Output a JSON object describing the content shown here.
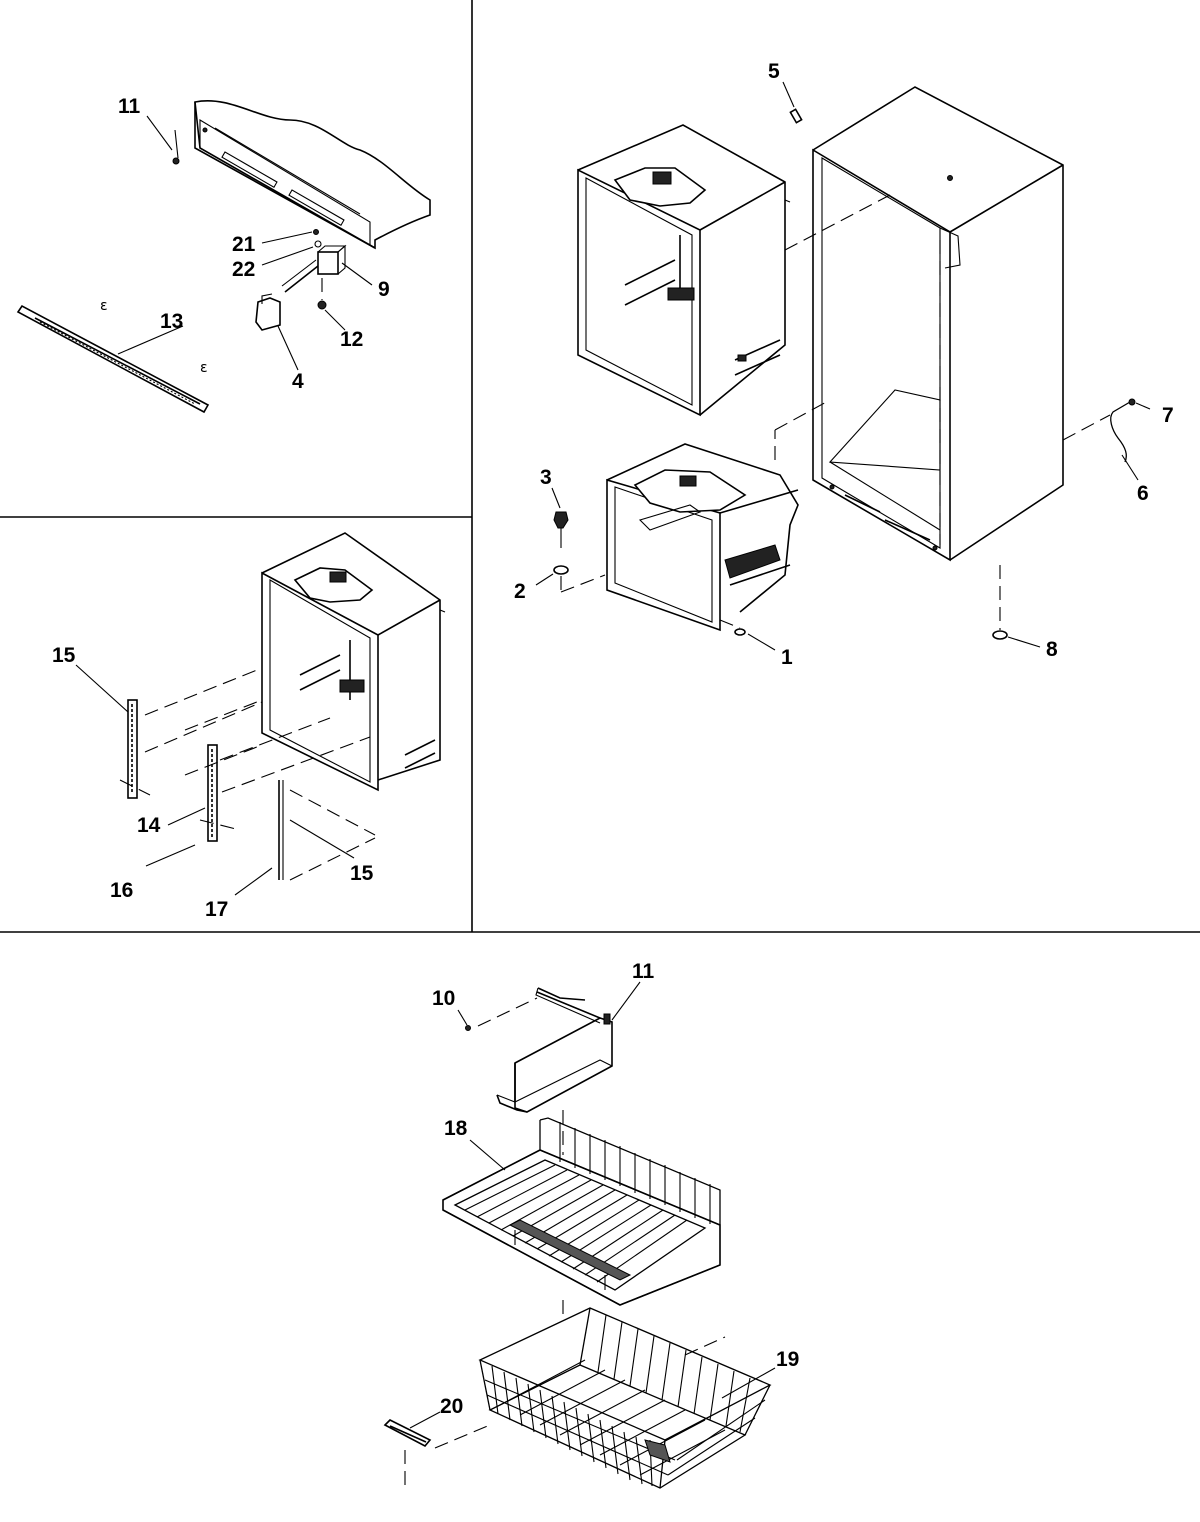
{
  "diagram": {
    "callouts": {
      "c1": "1",
      "c2": "2",
      "c3": "3",
      "c4": "4",
      "c5": "5",
      "c6": "6",
      "c7": "7",
      "c8": "8",
      "c9": "9",
      "c10": "10",
      "c11a": "11",
      "c11b": "11",
      "c12": "12",
      "c13": "13",
      "c14": "14",
      "c15a": "15",
      "c15b": "15",
      "c16": "16",
      "c17": "17",
      "c18": "18",
      "c19": "19",
      "c20": "20",
      "c21": "21",
      "c22": "22"
    },
    "colors": {
      "line": "#000000",
      "background": "#ffffff"
    }
  }
}
